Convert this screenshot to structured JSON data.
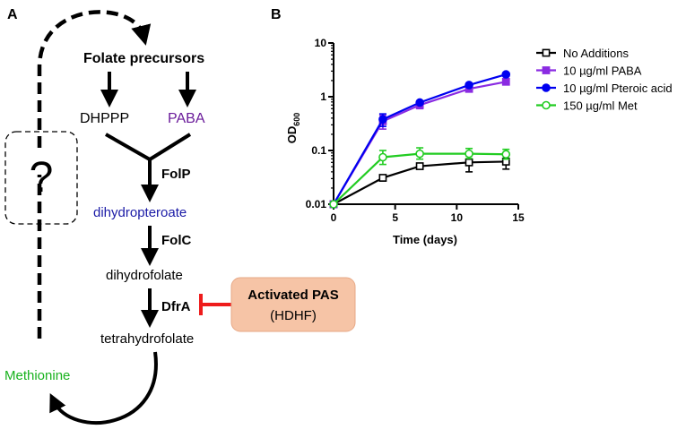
{
  "panel_a": {
    "label": "A",
    "precursors": "Folate precursors",
    "dhppp": "DHPPP",
    "paba": "PABA",
    "folp": "FolP",
    "dihydropteroate": "dihydropteroate",
    "folc": "FolC",
    "dihydrofolate": "dihydrofolate",
    "dfra": "DfrA",
    "tetrahydrofolate": "tetrahydrofolate",
    "methionine": "Methionine",
    "unknown": "?",
    "inhibitor_title": "Activated PAS",
    "inhibitor_sub": "(HDHF)"
  },
  "colors": {
    "paba": "#6a1b9a",
    "dihydropteroate": "#1a1aa6",
    "methionine": "#19b21e",
    "inhibit_bar": "#ee1c1c",
    "inhibitor_box": "#f6c4a6"
  },
  "chart_data": {
    "panel_label": "B",
    "type": "line",
    "xlabel": "Time (days)",
    "ylabel_main": "OD",
    "ylabel_sub": "600",
    "xscale": "linear",
    "yscale": "log",
    "xlim": [
      0,
      15
    ],
    "ylim": [
      0.01,
      10
    ],
    "x_ticks": [
      "0",
      "5",
      "10",
      "15"
    ],
    "y_ticks": [
      "0.01",
      "0.1",
      "1",
      "10"
    ],
    "legend_position": "right",
    "series": [
      {
        "name": "No Additions",
        "color": "#000000",
        "marker": "open-square",
        "x": [
          0,
          4,
          7,
          11,
          14
        ],
        "y": [
          0.01,
          0.031,
          0.051,
          0.06,
          0.062
        ],
        "err_low": [
          0,
          0.004,
          0.005,
          0.02,
          0.017
        ],
        "err_high": [
          0,
          0.004,
          0.005,
          0.02,
          0.02
        ]
      },
      {
        "name": "10 µg/ml PABA",
        "color": "#8a2be2",
        "marker": "filled-square",
        "x": [
          0,
          4,
          7,
          11,
          14
        ],
        "y": [
          0.01,
          0.35,
          0.7,
          1.4,
          1.9
        ],
        "err_low": [
          0,
          0.1,
          0.1,
          0.15,
          0.2
        ],
        "err_high": [
          0,
          0.1,
          0.1,
          0.15,
          0.2
        ]
      },
      {
        "name": "10 µg/ml Pteroic acid",
        "color": "#0000f0",
        "marker": "filled-circle",
        "x": [
          0,
          4,
          7,
          11,
          14
        ],
        "y": [
          0.01,
          0.38,
          0.78,
          1.65,
          2.6
        ],
        "err_low": [
          0,
          0.1,
          0.05,
          0.1,
          0.2
        ],
        "err_high": [
          0,
          0.1,
          0.05,
          0.1,
          0.2
        ]
      },
      {
        "name": "150 µg/ml Met",
        "color": "#22cc22",
        "marker": "open-circle",
        "x": [
          0,
          4,
          7,
          11,
          14
        ],
        "y": [
          0.01,
          0.075,
          0.087,
          0.087,
          0.085
        ],
        "err_low": [
          0,
          0.02,
          0.018,
          0.016,
          0.016
        ],
        "err_high": [
          0,
          0.025,
          0.025,
          0.022,
          0.02
        ]
      }
    ]
  }
}
